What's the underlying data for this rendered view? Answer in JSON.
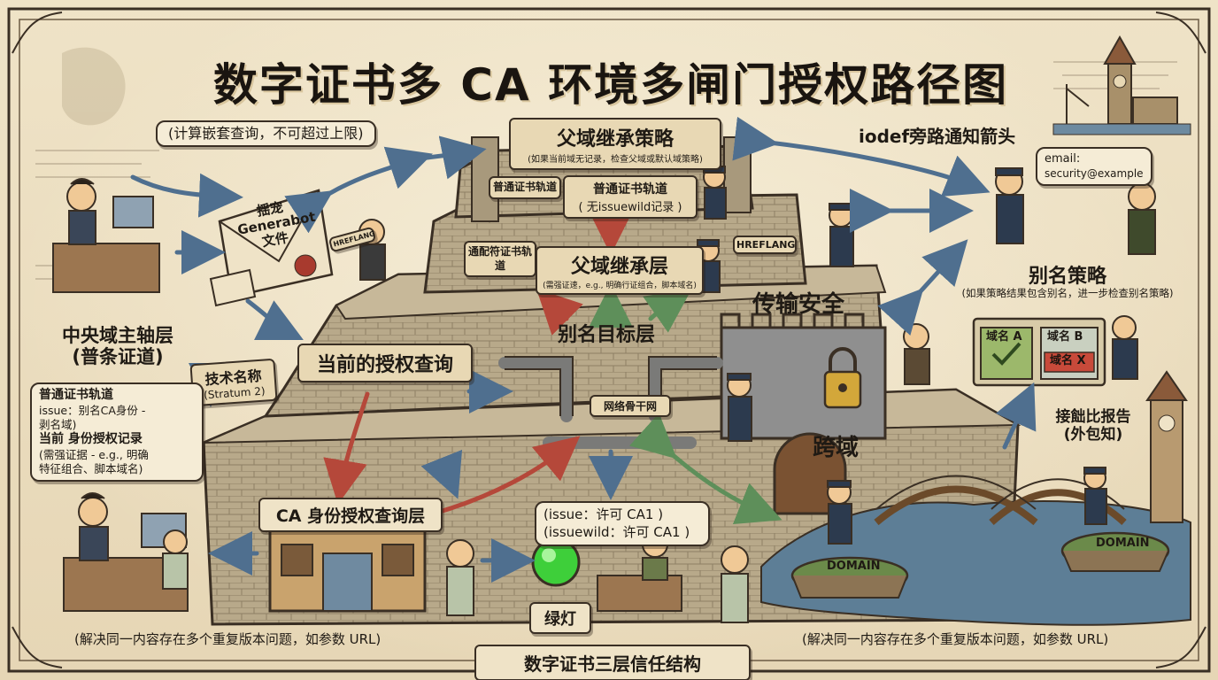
{
  "title": "数字证书多 CA 环境多闸门授权路径图",
  "footer_center": "数字证书三层信任结构",
  "footer_left": "(解决同一内容存在多个重复版本问题，如参数 URL)",
  "footer_right": "(解决同一内容存在多个重复版本问题，如参数 URL)",
  "top_left_note": "(计算嵌套查询，不可超过上限)",
  "envelope": {
    "line1": "揺宠",
    "line2": "Generabot",
    "line3": "文件"
  },
  "parent_policy": {
    "title": "父域继承策略",
    "sub": "(如果当前域无记录，检查父域或默认域策略)"
  },
  "track_normal": {
    "title": "普通证书轨道",
    "sub": "( 无issuewild记录 )"
  },
  "track_normal_side": "普通证书轨道",
  "track_wildcard_side": "通配符证书轨道",
  "parent_layer": {
    "title": "父域继承层",
    "sub": "(需强证速，e.g., 明确行证组合，脚本域名)"
  },
  "hreflang_a": "HREFLANG",
  "hreflang_b": "HREFLANG",
  "alias_target": "别名目标层",
  "transport": "传输安全",
  "cross_domain": "跨域",
  "backbone": "网络骨干网",
  "current_query": "当前的授权查询",
  "tech_name": {
    "line1": "技术名称",
    "line2": "(Stratum 2)"
  },
  "central_axis": {
    "line1": "中央域主轴层",
    "line2": "(普条证道)"
  },
  "record_box": {
    "l1": "普通证书轨道",
    "l2": "issue：别名CA身份 -",
    "l3": "剥名域)",
    "l4": "当前 身份授权记录",
    "l5": "(需强证据 - e.g., 明确",
    "l6": "特征组合、脚本域名)"
  },
  "ca_layer": "CA 身份授权查询层",
  "issue_box": {
    "l1": "(issue：许可 CA1 )",
    "l2": "(issuewild：许可 CA1 )"
  },
  "green_light": "绿灯",
  "iodef": "iodef旁路通知箭头",
  "email_bubble": {
    "l1": "email:",
    "l2": "security@example"
  },
  "alias_policy": {
    "title": "别名策略",
    "sub": "(如果策略结果包含别名，进一步检查别名策略)"
  },
  "domain_a": "域名 A",
  "domain_b": "域名 B",
  "domain_x": "域名 X",
  "report": {
    "l1": "接飿比报告",
    "l2": "(外包知)"
  },
  "island_left": "DOMAIN",
  "island_right": "DOMAIN",
  "colors": {
    "ink": "#1f1a14",
    "parchment": "#efe3c7",
    "stone": "#b9ab8e",
    "green_light": "#3ecf3a",
    "red_arrow": "#b5483a",
    "green_arrow": "#5e8f5a",
    "blue_arrow": "#4f6f8f",
    "water": "#5d7e96"
  }
}
